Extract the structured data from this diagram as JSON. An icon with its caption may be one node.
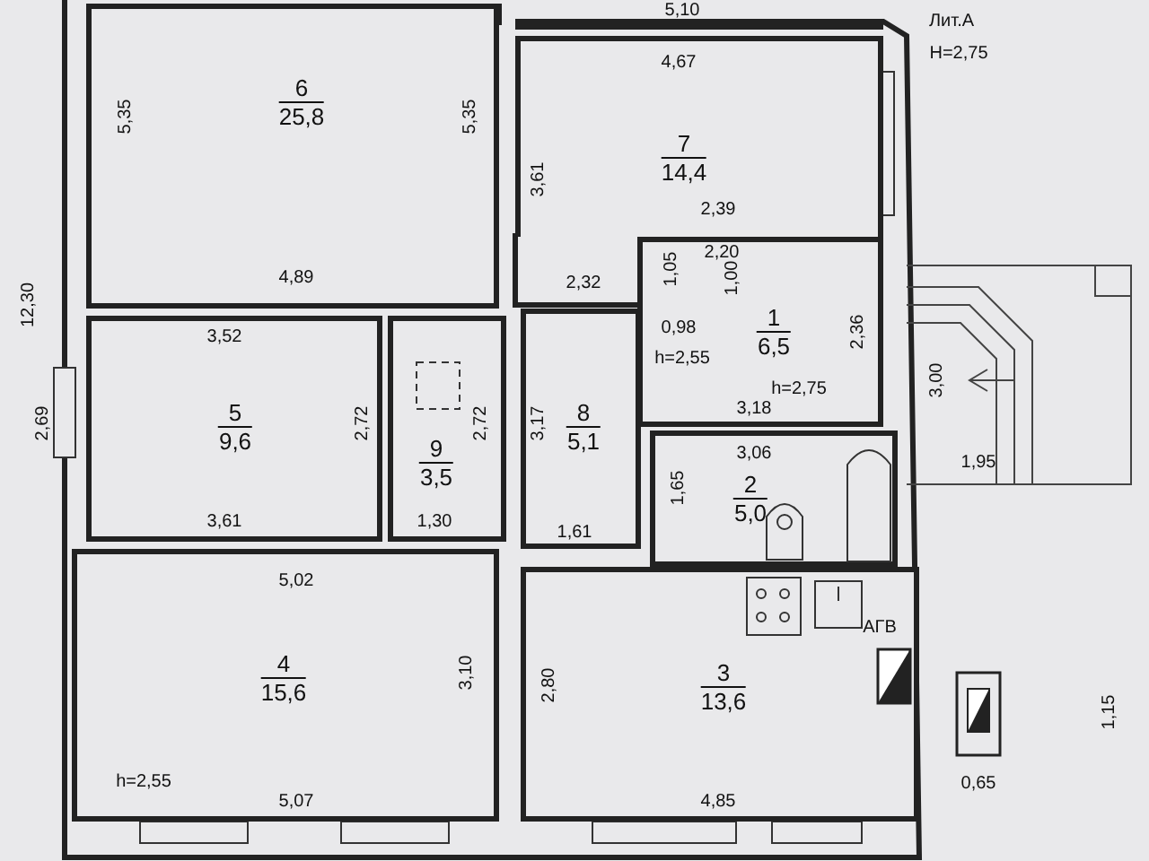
{
  "diagram": {
    "nodes": [
      {
        "text": [
          "6",
          "25,8"
        ]
      },
      {
        "text": [
          "7",
          "14,4"
        ]
      },
      {
        "text": [
          "1",
          "6,5"
        ]
      },
      {
        "text": [
          "5",
          "9,6"
        ]
      },
      {
        "text": [
          "9",
          "3,5"
        ]
      },
      {
        "text": [
          "8",
          "5,1"
        ]
      },
      {
        "text": [
          "2",
          "5,0"
        ]
      },
      {
        "text": [
          "4",
          "15,6"
        ]
      },
      {
        "text": [
          "3",
          "13,6"
        ]
      }
    ],
    "labels": [
      "5,10",
      "Лит.А",
      "H=2,75",
      "5,35",
      "4,67",
      "5,35",
      "3,61",
      "12,30",
      "2,39",
      "2,20",
      "1,05",
      "4,89",
      "2,32",
      "1,00",
      "3,52",
      "0,98",
      "2,36",
      "h=2,55",
      "h=2,75",
      "3,00",
      "2,69",
      "2,72",
      "2,72",
      "3,17",
      "3,18",
      "3,06",
      "1,95",
      "1,65",
      "3,61",
      "1,30",
      "1,61",
      "5,02",
      "3,10",
      "2,80",
      "АГВ",
      "1,15",
      "h=2,55",
      "0,65",
      "5,07",
      "4,85"
    ]
  }
}
